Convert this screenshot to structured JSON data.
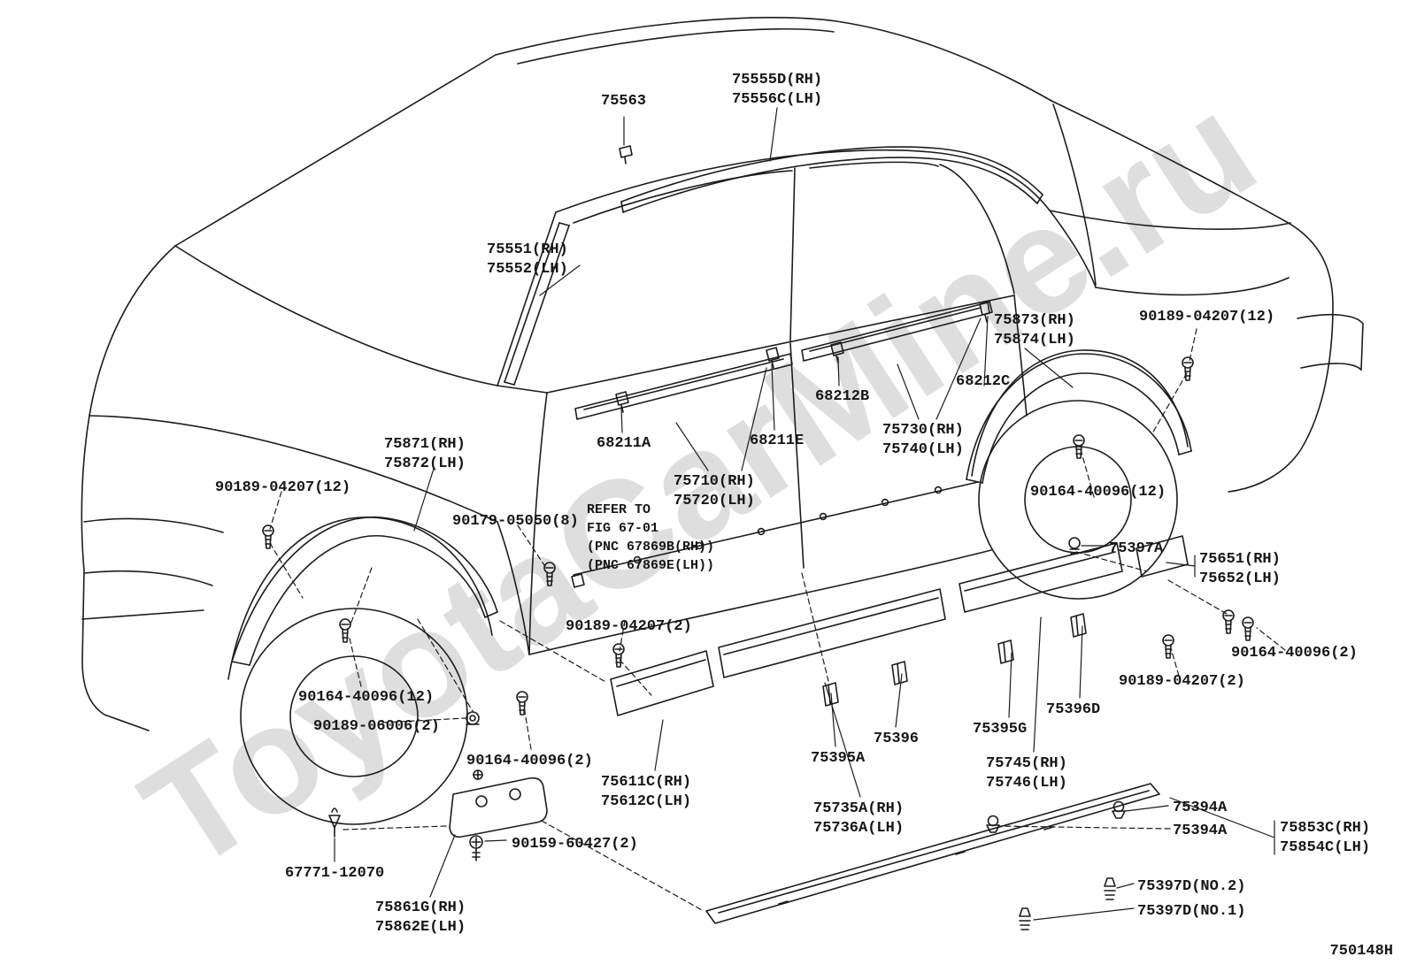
{
  "watermark": "ToyotaCarMine.ru",
  "drawing_number": "750148H",
  "labels": [
    {
      "part": "roof-moulding-clip",
      "text": "75563"
    },
    {
      "part": "roof-drip-side-finisher",
      "text": "75555D(RH)\n75556C(LH)"
    },
    {
      "part": "windshield-pillar-moulding",
      "text": "75551(RH)\n75552(LH)"
    },
    {
      "part": "rear-wheel-arch-moulding",
      "text": "75873(RH)\n75874(LH)"
    },
    {
      "part": "screw-rear-arch",
      "text": "90189-04207(12)"
    },
    {
      "part": "belt-moulding-clip-rear-c",
      "text": "68212C"
    },
    {
      "part": "belt-moulding-clip-rear-b",
      "text": "68212B"
    },
    {
      "part": "belt-moulding-clip-front-a",
      "text": "68211A"
    },
    {
      "part": "belt-moulding-clip-front-e",
      "text": "68211E"
    },
    {
      "part": "rear-door-belt-moulding",
      "text": "75730(RH)\n75740(LH)"
    },
    {
      "part": "front-wheel-arch-moulding",
      "text": "75871(RH)\n75872(LH)"
    },
    {
      "part": "screw-front-arch",
      "text": "90189-04207(12)"
    },
    {
      "part": "screw-body-side",
      "text": "90179-05050(8)"
    },
    {
      "part": "reference-note",
      "text": "REFER TO\nFIG 67-01\n(PNC 67869B(RH))\n(PNC 67869E(LH))"
    },
    {
      "part": "front-door-belt-moulding",
      "text": "75710(RH)\n75720(LH)"
    },
    {
      "part": "screw-rear-wheel",
      "text": "90164-40096(12)"
    },
    {
      "part": "grommet-quarter",
      "text": "75397A"
    },
    {
      "part": "quarter-rear-moulding",
      "text": "75651(RH)\n75652(LH)"
    },
    {
      "part": "screw-door-lower",
      "text": "90189-04207(2)"
    },
    {
      "part": "screw-quarter-2",
      "text": "90164-40096(2)"
    },
    {
      "part": "screw-quarter-lower",
      "text": "90189-04207(2)"
    },
    {
      "part": "screw-front-wheel",
      "text": "90164-40096(12)"
    },
    {
      "part": "grommet-front-lower",
      "text": "90189-06006(2)"
    },
    {
      "part": "moulding-clip-75396d",
      "text": "75396D"
    },
    {
      "part": "moulding-clip-75395g",
      "text": "75395G"
    },
    {
      "part": "moulding-clip-75396",
      "text": "75396"
    },
    {
      "part": "moulding-clip-75395a",
      "text": "75395A"
    },
    {
      "part": "screw-rocker-front",
      "text": "90164-40096(2)"
    },
    {
      "part": "quarter-moulding",
      "text": "75745(RH)\n75746(LH)"
    },
    {
      "part": "front-door-moulding",
      "text": "75611C(RH)\n75612C(LH)"
    },
    {
      "part": "rear-door-moulding",
      "text": "75735A(RH)\n75736A(LH)"
    },
    {
      "part": "rocker-grommet-1",
      "text": "75394A"
    },
    {
      "part": "rocker-grommet-2",
      "text": "75394A"
    },
    {
      "part": "rocker-panel-moulding",
      "text": "75853C(RH)\n75854C(LH)"
    },
    {
      "part": "mudguard-clip",
      "text": "67771-12070"
    },
    {
      "part": "bracket-screw",
      "text": "90159-60427(2)"
    },
    {
      "part": "rocker-stud-no2",
      "text": "75397D(NO.2)"
    },
    {
      "part": "rocker-stud-no1",
      "text": "75397D(NO.1)"
    },
    {
      "part": "mudguard-bracket",
      "text": "75861G(RH)\n75862E(LH)"
    }
  ]
}
